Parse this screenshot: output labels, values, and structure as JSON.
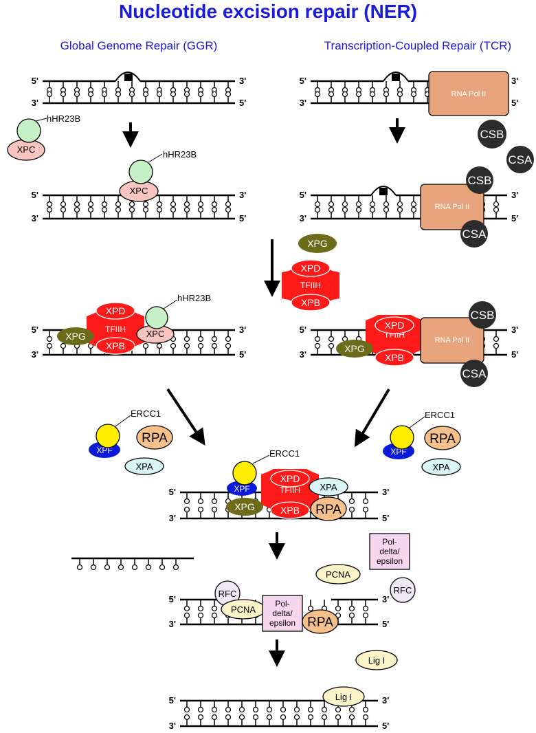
{
  "title": "Nucleotide excision repair (NER)",
  "ggr_title": "Global Genome Repair (GGR)",
  "tcr_title": "Transcription-Coupled Repair (TCR)",
  "ends": {
    "p5": "5'",
    "p3": "3'"
  },
  "labels": {
    "hhr23b": "hHR23B",
    "xpc": "XPC",
    "rna_pol": "RNA Pol II",
    "csb": "CSB",
    "csa": "CSA",
    "xpg": "XPG",
    "xpd": "XPD",
    "tfiih": "TFIIH",
    "xpb": "XPB",
    "ercc1": "ERCC1",
    "xpf": "XPF",
    "rpa": "RPA",
    "xpa": "XPA",
    "pol_line1": "Pol-",
    "pol_line2": "delta/",
    "pol_line3": "epsilon",
    "pcna": "PCNA",
    "rfc": "RFC",
    "lig": "Lig I"
  },
  "colors": {
    "title": "#1a1adc",
    "tfiih": "#ff1a1a",
    "xpg": "#6b6b1a",
    "xpf": "#0a1ad8",
    "ercc1": "#ffee00",
    "rpa": "#f5c08a",
    "xpa": "#d8f4f4",
    "rna_pol": "#e8a47c",
    "cs": "#2c2c2c",
    "xpc": "#f8c4c0",
    "hhr23b": "#c6f0c6",
    "pol": "#f6d6ee",
    "pcna": "#fbf4c8",
    "rfc": "#efe8f6",
    "new_base": "#e02020"
  }
}
